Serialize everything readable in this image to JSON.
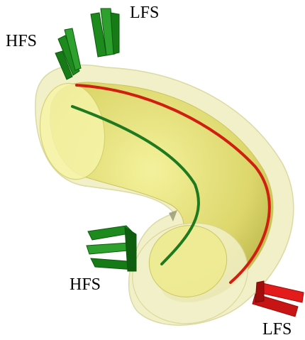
{
  "labels": {
    "lfs_top": "LFS",
    "hfs_top": "HFS",
    "hfs_bottom": "HFS",
    "lfs_bottom": "LFS"
  },
  "colors": {
    "outer_tube": "#efefc0",
    "inner_tube": "#e9e67a",
    "inner_tube_dark": "#b8b23a",
    "hfs_line": "#1f7a1f",
    "lfs_line": "#d01f10",
    "green_antenna": "#1d8a1d",
    "green_antenna_dark": "#0d5a0d",
    "red_antenna": "#e41b1b",
    "red_antenna_dark": "#a00d0d"
  }
}
